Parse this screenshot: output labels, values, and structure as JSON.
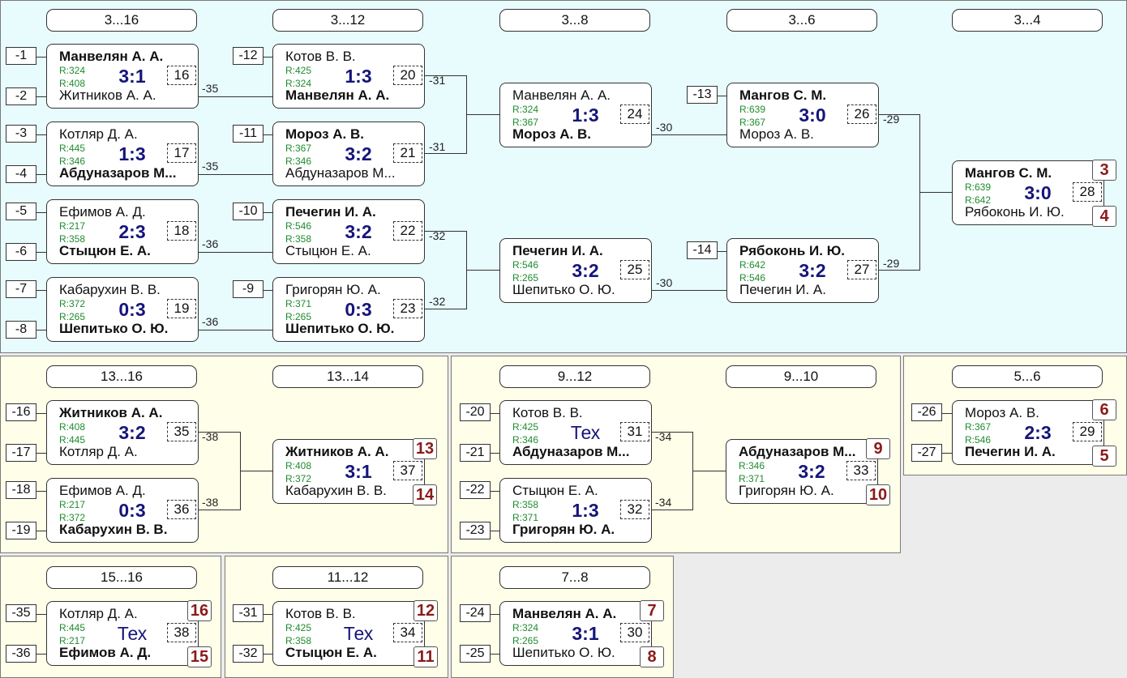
{
  "headers": {
    "h1": "3...16",
    "h2": "3...12",
    "h3": "3...8",
    "h4": "3...6",
    "h5": "3...4",
    "h6": "13...16",
    "h7": "13...14",
    "h8": "9...12",
    "h9": "9...10",
    "h10": "5...6",
    "h11": "15...16",
    "h12": "11...12",
    "h13": "7...8"
  },
  "seeds": [
    "-1",
    "-2",
    "-3",
    "-4",
    "-5",
    "-6",
    "-7",
    "-8",
    "-12",
    "-11",
    "-10",
    "-9",
    "-13",
    "-14",
    "-16",
    "-17",
    "-18",
    "-19",
    "-20",
    "-21",
    "-22",
    "-23",
    "-26",
    "-27",
    "-35",
    "-36",
    "-31",
    "-32",
    "-24",
    "-25"
  ],
  "matches": [
    {
      "p1": "Манвелян А. А.",
      "r1": "R:324",
      "score": "3:1",
      "r2": "R:408",
      "p2": "Житников А. А.",
      "num": "16",
      "winner": 1
    },
    {
      "p1": "Котляр Д. А.",
      "r1": "R:445",
      "score": "1:3",
      "r2": "R:346",
      "p2": "Абдуназаров М...",
      "num": "17",
      "winner": 2
    },
    {
      "p1": "Ефимов А. Д.",
      "r1": "R:217",
      "score": "2:3",
      "r2": "R:358",
      "p2": "Стыцюн Е. А.",
      "num": "18",
      "winner": 2
    },
    {
      "p1": "Кабарухин В. В.",
      "r1": "R:372",
      "score": "0:3",
      "r2": "R:265",
      "p2": "Шепитько О. Ю.",
      "num": "19",
      "winner": 2
    },
    {
      "p1": "Котов В. В.",
      "r1": "R:425",
      "score": "1:3",
      "r2": "R:324",
      "p2": "Манвелян А. А.",
      "num": "20",
      "winner": 2
    },
    {
      "p1": "Мороз А. В.",
      "r1": "R:367",
      "score": "3:2",
      "r2": "R:346",
      "p2": "Абдуназаров М...",
      "num": "21",
      "winner": 1
    },
    {
      "p1": "Печегин И. А.",
      "r1": "R:546",
      "score": "3:2",
      "r2": "R:358",
      "p2": "Стыцюн Е. А.",
      "num": "22",
      "winner": 1
    },
    {
      "p1": "Григорян Ю. А.",
      "r1": "R:371",
      "score": "0:3",
      "r2": "R:265",
      "p2": "Шепитько О. Ю.",
      "num": "23",
      "winner": 2
    },
    {
      "p1": "Манвелян А. А.",
      "r1": "R:324",
      "score": "1:3",
      "r2": "R:367",
      "p2": "Мороз А. В.",
      "num": "24",
      "winner": 2
    },
    {
      "p1": "Печегин И. А.",
      "r1": "R:546",
      "score": "3:2",
      "r2": "R:265",
      "p2": "Шепитько О. Ю.",
      "num": "25",
      "winner": 1
    },
    {
      "p1": "Мангов С. М.",
      "r1": "R:639",
      "score": "3:0",
      "r2": "R:367",
      "p2": "Мороз А. В.",
      "num": "26",
      "winner": 1
    },
    {
      "p1": "Рябоконь И. Ю.",
      "r1": "R:642",
      "score": "3:2",
      "r2": "R:546",
      "p2": "Печегин И. А.",
      "num": "27",
      "winner": 1
    },
    {
      "p1": "Мангов С. М.",
      "r1": "R:639",
      "score": "3:0",
      "r2": "R:642",
      "p2": "Рябоконь И. Ю.",
      "num": "28",
      "winner": 1
    },
    {
      "p1": "Житников А. А.",
      "r1": "R:408",
      "score": "3:2",
      "r2": "R:445",
      "p2": "Котляр Д. А.",
      "num": "35",
      "winner": 1
    },
    {
      "p1": "Ефимов А. Д.",
      "r1": "R:217",
      "score": "0:3",
      "r2": "R:372",
      "p2": "Кабарухин В. В.",
      "num": "36",
      "winner": 2
    },
    {
      "p1": "Житников А. А.",
      "r1": "R:408",
      "score": "3:1",
      "r2": "R:372",
      "p2": "Кабарухин В. В.",
      "num": "37",
      "winner": 1
    },
    {
      "p1": "Котов В. В.",
      "r1": "R:425",
      "score": "Тех",
      "r2": "R:346",
      "p2": "Абдуназаров М...",
      "num": "31",
      "winner": 2
    },
    {
      "p1": "Стыцюн Е. А.",
      "r1": "R:358",
      "score": "1:3",
      "r2": "R:371",
      "p2": "Григорян Ю. А.",
      "num": "32",
      "winner": 2
    },
    {
      "p1": "Абдуназаров М...",
      "r1": "R:346",
      "score": "3:2",
      "r2": "R:371",
      "p2": "Григорян Ю. А.",
      "num": "33",
      "winner": 1
    },
    {
      "p1": "Мороз А. В.",
      "r1": "R:367",
      "score": "2:3",
      "r2": "R:546",
      "p2": "Печегин И. А.",
      "num": "29",
      "winner": 2
    },
    {
      "p1": "Котляр Д. А.",
      "r1": "R:445",
      "score": "Тех",
      "r2": "R:217",
      "p2": "Ефимов А. Д.",
      "num": "38",
      "winner": 2
    },
    {
      "p1": "Котов В. В.",
      "r1": "R:425",
      "score": "Тех",
      "r2": "R:358",
      "p2": "Стыцюн Е. А.",
      "num": "34",
      "winner": 2
    },
    {
      "p1": "Манвелян А. А.",
      "r1": "R:324",
      "score": "3:1",
      "r2": "R:265",
      "p2": "Шепитько О. Ю.",
      "num": "30",
      "winner": 1
    }
  ],
  "places": [
    "3",
    "4",
    "13",
    "14",
    "9",
    "10",
    "6",
    "5",
    "16",
    "15",
    "12",
    "11",
    "7",
    "8"
  ],
  "loser_labels": [
    "-35",
    "-35",
    "-36",
    "-36",
    "-31",
    "-31",
    "-32",
    "-32",
    "-30",
    "-30",
    "-29",
    "-29",
    "-38",
    "-38",
    "-34",
    "-34"
  ],
  "colors": {
    "bracket_bg": "#e8fbfd",
    "consolation_bg": "#fffee8",
    "score": "#15157a",
    "rating": "#1e8c2e",
    "place": "#8b1a1a"
  }
}
